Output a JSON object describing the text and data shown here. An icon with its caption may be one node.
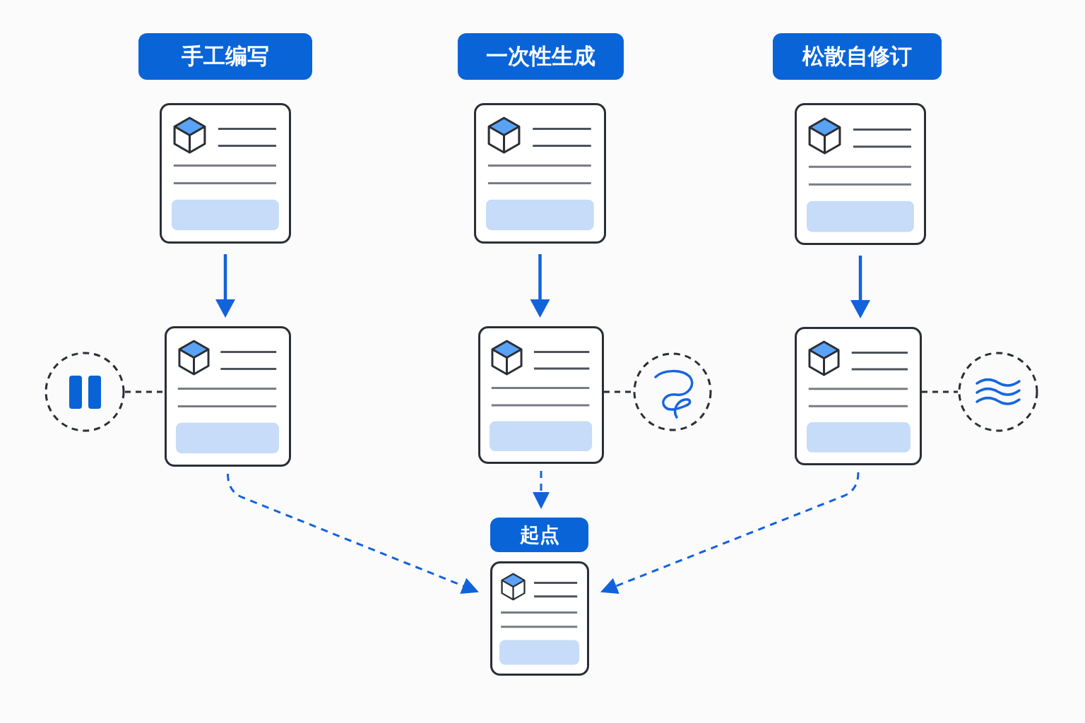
{
  "diagram": {
    "nodes": [
      {
        "text": [
          "手工编写"
        ]
      },
      {
        "text": [
          "一次性生成"
        ]
      },
      {
        "text": [
          "松散自修订"
        ]
      },
      {
        "text": [],
        "shape": "box"
      },
      {
        "text": [],
        "shape": "box"
      },
      {
        "text": [],
        "shape": "box"
      },
      {
        "text": [],
        "shape": "circle"
      },
      {
        "text": [],
        "shape": "box"
      },
      {
        "text": [],
        "shape": "box"
      },
      {
        "text": [],
        "shape": "circle"
      },
      {
        "text": [],
        "shape": "box"
      },
      {
        "text": [],
        "shape": "circle"
      },
      {
        "text": [
          "起点"
        ]
      },
      {
        "text": [],
        "shape": "box"
      }
    ],
    "edges": [
      {
        "from": 3,
        "to": 7,
        "arrow": "to"
      },
      {
        "from": 4,
        "to": 8,
        "arrow": "to"
      },
      {
        "from": 5,
        "to": 10,
        "arrow": "to"
      },
      {
        "from": 6,
        "to": 7,
        "arrow": "none",
        "style": "dashed",
        "color": "#2b2f36"
      },
      {
        "from": 8,
        "to": 9,
        "arrow": "none",
        "style": "dashed",
        "color": "#2b2f36"
      },
      {
        "from": 10,
        "to": 11,
        "arrow": "none",
        "style": "dashed",
        "color": "#2b2f36"
      },
      {
        "from": 7,
        "to": 13,
        "arrow": "to",
        "style": "dashed"
      },
      {
        "from": 8,
        "to": 12,
        "arrow": "to",
        "style": "dashed"
      },
      {
        "from": 10,
        "to": 13,
        "arrow": "to",
        "style": "dashed"
      }
    ]
  }
}
